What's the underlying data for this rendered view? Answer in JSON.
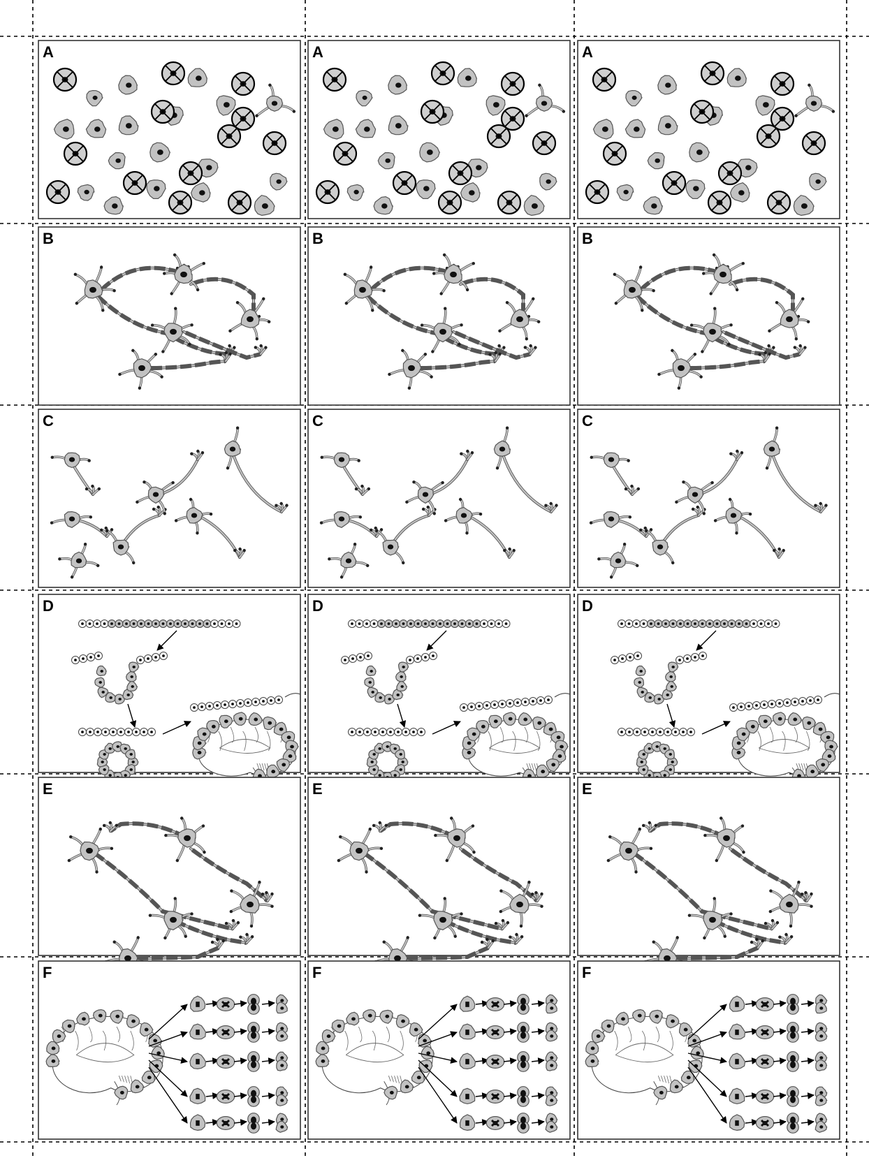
{
  "sheet": {
    "columns": 3,
    "rows": [
      {
        "label": "A",
        "stage": "cells-crossed"
      },
      {
        "label": "B",
        "stage": "myelinated-network"
      },
      {
        "label": "C",
        "stage": "immature-neurons"
      },
      {
        "label": "D",
        "stage": "neural-tube-to-brain"
      },
      {
        "label": "E",
        "stage": "myelinated-network-sparse"
      },
      {
        "label": "F",
        "stage": "brain-cell-division"
      }
    ]
  },
  "colors": {
    "cell_fill": "#c2c2c2",
    "cell_stroke": "#555555",
    "nucleus": "#111111",
    "myelin": "#555555",
    "crossed_fill": "#cfcfcf",
    "border": "#333333",
    "cut_line": "#000000"
  },
  "icons": [
    "neuron-icon",
    "stem-cell-icon",
    "crossed-cell-icon",
    "brain-icon",
    "dividing-cell-icon",
    "arrow-icon"
  ]
}
